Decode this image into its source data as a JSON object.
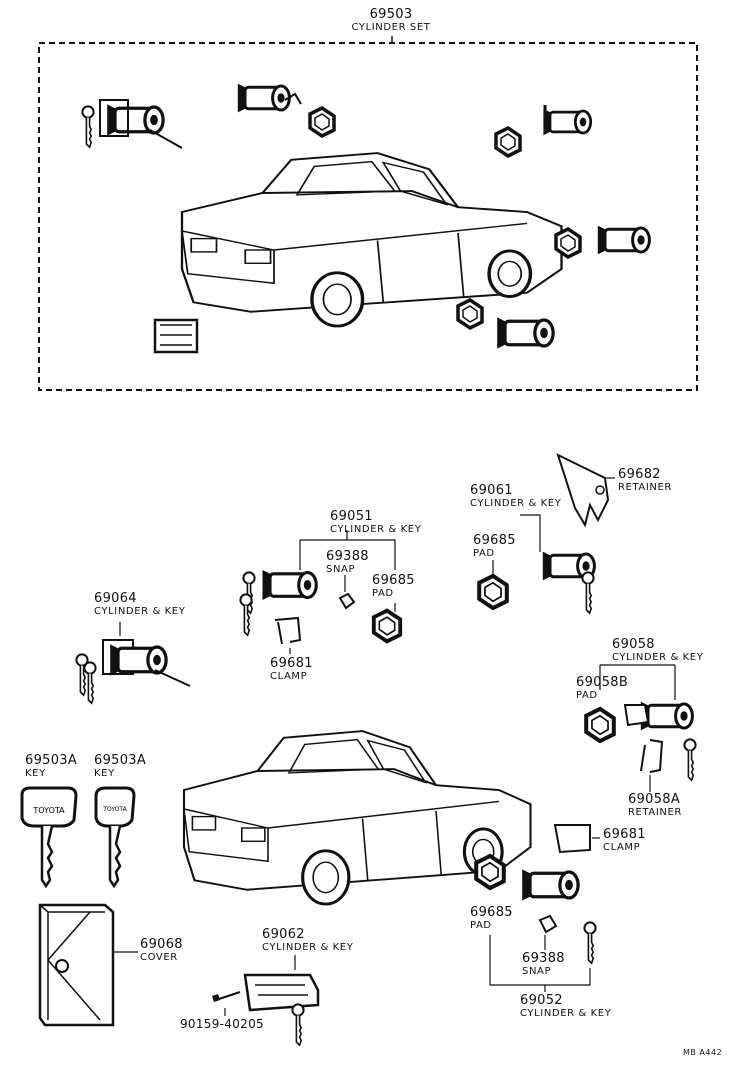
{
  "title": {
    "number": "69503",
    "name": "CYLINDER SET"
  },
  "parts": {
    "p69051": {
      "number": "69051",
      "name": "CYLINDER & KEY"
    },
    "p69388a": {
      "number": "69388",
      "name": "SNAP"
    },
    "p69685a": {
      "number": "69685",
      "name": "PAD"
    },
    "p69681a": {
      "number": "69681",
      "name": "CLAMP"
    },
    "p69064": {
      "number": "69064",
      "name": "CYLINDER & KEY"
    },
    "p69061": {
      "number": "69061",
      "name": "CYLINDER & KEY"
    },
    "p69682": {
      "number": "69682",
      "name": "RETAINER"
    },
    "p69685b": {
      "number": "69685",
      "name": "PAD"
    },
    "p69058": {
      "number": "69058",
      "name": "CYLINDER & KEY"
    },
    "p69058b": {
      "number": "69058B",
      "name": "PAD"
    },
    "p69058a": {
      "number": "69058A",
      "name": "RETAINER"
    },
    "p69681b": {
      "number": "69681",
      "name": "CLAMP"
    },
    "p69503a1": {
      "number": "69503A",
      "name": "KEY"
    },
    "p69503a2": {
      "number": "69503A",
      "name": "KEY"
    },
    "p69068": {
      "number": "69068",
      "name": "COVER"
    },
    "p69062": {
      "number": "69062",
      "name": "CYLINDER & KEY"
    },
    "p90159": {
      "number": "90159-40205"
    },
    "p69685c": {
      "number": "69685",
      "name": "PAD"
    },
    "p69388b": {
      "number": "69388",
      "name": "SNAP"
    },
    "p69052": {
      "number": "69052",
      "name": "CYLINDER & KEY"
    }
  },
  "diagram_code": "MB A442",
  "key_stamp": "TOYOTA"
}
